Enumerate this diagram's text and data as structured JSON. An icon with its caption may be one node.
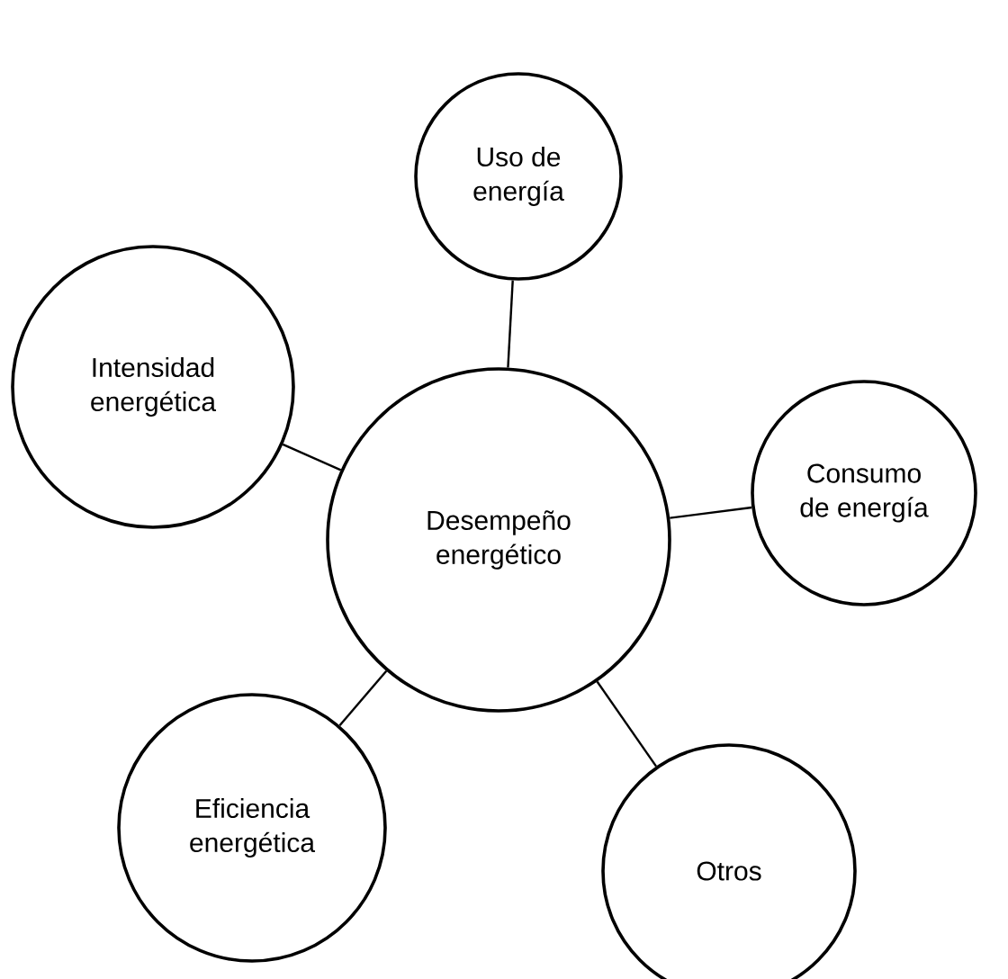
{
  "diagram": {
    "nodes": [
      {
        "text": [
          "Uso de energía"
        ]
      },
      {
        "text": [
          "Intensidad energética"
        ]
      },
      {
        "text": [
          "Consumo de energía"
        ]
      },
      {
        "text": [
          "Desempeño energético"
        ]
      },
      {
        "text": [
          "Eficiencia energética"
        ]
      },
      {
        "text": [
          "Otros"
        ]
      }
    ],
    "edges": [
      {
        "from": 3,
        "to": 0,
        "arrow": "none"
      },
      {
        "from": 3,
        "to": 1,
        "arrow": "none"
      },
      {
        "from": 3,
        "to": 2,
        "arrow": "none"
      },
      {
        "from": 3,
        "to": 4,
        "arrow": "none"
      },
      {
        "from": 3,
        "to": 5,
        "arrow": "none"
      }
    ]
  }
}
